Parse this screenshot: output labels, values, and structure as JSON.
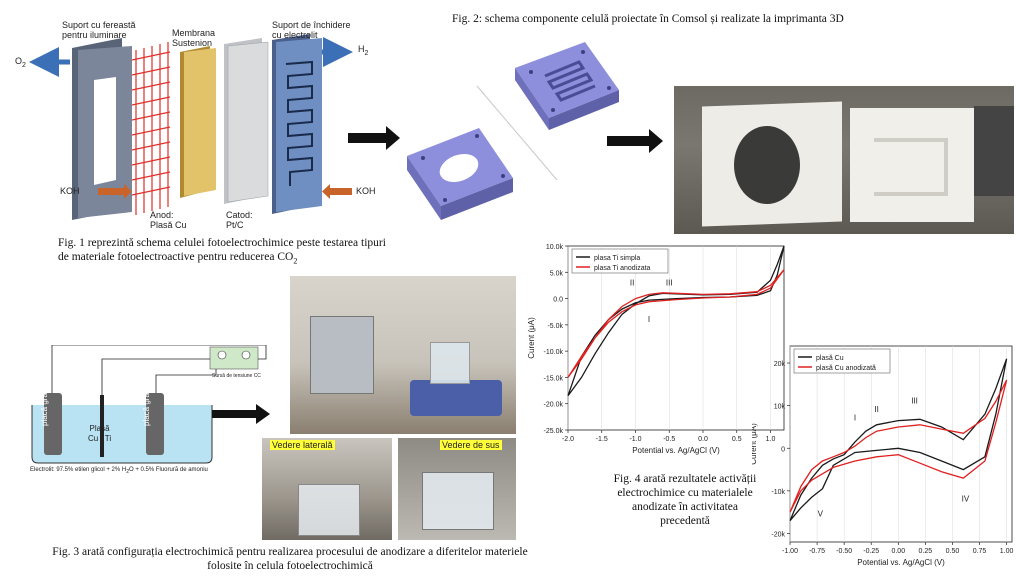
{
  "fig1": {
    "labels": {
      "window_support": "Suport cu fereastă\npentru iluminare",
      "membrane": "Membrana\nSustenion",
      "closing_support": "Suport de închidere\ncu electrolit",
      "o2": "O",
      "o2_sub": "2",
      "h2": "H",
      "h2_sub": "2",
      "koh_left": "KOH",
      "koh_right": "KOH",
      "anode": "Anod:\nPlasă Cu",
      "cathode": "Catod:\nPt/C"
    },
    "caption_line1": "Fig. 1 reprezintă schema celulei fotoelectrochimice peste testarea tipuri",
    "caption_line2": "de materiale fotoelectroactive pentru reducerea CO",
    "caption_sub": "2"
  },
  "fig2": {
    "caption": "Fig. 2: schema componente celulă proiectate în Comsol și realizate la imprimanta 3D"
  },
  "fig3": {
    "labels": {
      "power_supply": "Sursă de tensiune CC",
      "graphite_left": "placă grafit",
      "graphite_right": "placă grafit",
      "center_electrode": "Plasă\nCu / Ti",
      "electrolyte": "Electrolit: 97.5% etilen glicol + 2% H",
      "electrolyte_sub": "2",
      "electrolyte_tail": "O + 0.5% Fluorură de amoniu",
      "side_view": "Vedere laterală",
      "top_view": "Vedere de sus"
    },
    "caption_line1": "Fig. 3 arată configurația electrochimică pentru realizarea procesului de anodizare a diferitelor materiele",
    "caption_line2": "folosite în celula fotoelectrochimică"
  },
  "fig4": {
    "caption_line1": "Fig. 4 arată rezultatele activății",
    "caption_line2": "electrochimice cu materialele",
    "caption_line3": "anodizate în activitatea",
    "caption_line4": "precedentă"
  },
  "chart_data": [
    {
      "type": "line",
      "xlabel": "Potential vs. Ag/AgCl (V)",
      "ylabel": "Curent (μA)",
      "xlim": [
        -2.0,
        1.2
      ],
      "ylim": [
        -25000,
        10000
      ],
      "xticks": [
        "-2.0",
        "-1.5",
        "-1.0",
        "-0.5",
        "0.0",
        "0.5",
        "1.0"
      ],
      "xtick_values": [
        -2.0,
        -1.5,
        -1.0,
        -0.5,
        0.0,
        0.5,
        1.0
      ],
      "yticks": [
        "10.0k",
        "5.0k",
        "0.0",
        "-5.0k",
        "-10.0k",
        "-15.0k",
        "-20.0k",
        "-25.0k"
      ],
      "ytick_values": [
        10000,
        5000,
        0,
        -5000,
        -10000,
        -15000,
        -20000,
        -25000
      ],
      "legend_placement": "top-left",
      "annotations": [
        {
          "text": "II",
          "x": -1.05,
          "y": 2500
        },
        {
          "text": "III",
          "x": -0.5,
          "y": 2500
        },
        {
          "text": "I",
          "x": -0.8,
          "y": -4500
        }
      ],
      "series": [
        {
          "name": "plasa Ti simpla",
          "color": "#1a1a1a",
          "x": [
            -2.0,
            -1.8,
            -1.6,
            -1.4,
            -1.2,
            -1.0,
            -0.8,
            -0.6,
            -0.4,
            0.0,
            0.4,
            0.8,
            1.0,
            1.1,
            1.2,
            1.1,
            1.0,
            0.8,
            0.4,
            0.0,
            -0.4,
            -0.8,
            -1.0,
            -1.2,
            -1.4,
            -1.6,
            -1.8,
            -2.0
          ],
          "y": [
            -18500,
            -15000,
            -10500,
            -6500,
            -3000,
            -1000,
            500,
            1000,
            900,
            700,
            800,
            1200,
            3500,
            6500,
            10000,
            4500,
            1500,
            600,
            300,
            200,
            0,
            -300,
            -800,
            -2000,
            -4000,
            -7000,
            -11000,
            -18500
          ]
        },
        {
          "name": "plasa Ti anodizata",
          "color": "#e02020",
          "x": [
            -2.0,
            -1.8,
            -1.6,
            -1.4,
            -1.2,
            -1.0,
            -0.8,
            -0.6,
            -0.4,
            0.0,
            0.4,
            0.8,
            1.0,
            1.2,
            1.0,
            0.8,
            0.4,
            0.0,
            -0.4,
            -0.8,
            -1.0,
            -1.2,
            -1.4,
            -1.6,
            -1.8,
            -2.0
          ],
          "y": [
            -15000,
            -11500,
            -7500,
            -4000,
            -1500,
            0,
            800,
            1100,
            1000,
            800,
            900,
            1300,
            2500,
            5500,
            2000,
            800,
            300,
            100,
            -200,
            -600,
            -1200,
            -2500,
            -4500,
            -7500,
            -11000,
            -15000
          ]
        }
      ]
    },
    {
      "type": "line",
      "xlabel": "Potential vs. Ag/AgCl (V)",
      "ylabel": "Curent (μA)",
      "xlim": [
        -1.0,
        1.05
      ],
      "ylim": [
        -22000,
        24000
      ],
      "xticks": [
        "-1.00",
        "-0.75",
        "-0.50",
        "-0.25",
        "0.00",
        "0.25",
        "0.50",
        "0.75",
        "1.00"
      ],
      "xtick_values": [
        -1.0,
        -0.75,
        -0.5,
        -0.25,
        0.0,
        0.25,
        0.5,
        0.75,
        1.0
      ],
      "yticks": [
        "20k",
        "10k",
        "0",
        "-10k",
        "-20k"
      ],
      "ytick_values": [
        20000,
        10000,
        0,
        -10000,
        -20000
      ],
      "legend_placement": "top-left",
      "annotations": [
        {
          "text": "I",
          "x": -0.4,
          "y": 6500
        },
        {
          "text": "II",
          "x": -0.2,
          "y": 8500
        },
        {
          "text": "III",
          "x": 0.15,
          "y": 10500
        },
        {
          "text": "IV",
          "x": 0.62,
          "y": -12500
        },
        {
          "text": "V",
          "x": -0.72,
          "y": -16000
        }
      ],
      "series": [
        {
          "name": "plasă Cu",
          "color": "#1a1a1a",
          "x": [
            -1.0,
            -0.9,
            -0.8,
            -0.7,
            -0.6,
            -0.5,
            -0.4,
            -0.3,
            -0.2,
            0.0,
            0.2,
            0.4,
            0.6,
            0.8,
            0.9,
            1.0,
            0.9,
            0.8,
            0.6,
            0.4,
            0.2,
            0.0,
            -0.2,
            -0.4,
            -0.6,
            -0.7,
            -0.8,
            -0.9,
            -1.0
          ],
          "y": [
            -17000,
            -11000,
            -7000,
            -4000,
            -2500,
            -1500,
            1500,
            4000,
            5500,
            6500,
            6800,
            5000,
            2000,
            8000,
            14000,
            21000,
            8000,
            -2000,
            -5000,
            -3000,
            -1000,
            0,
            -500,
            -1000,
            -4000,
            -9500,
            -11500,
            -14000,
            -17000
          ]
        },
        {
          "name": "plasă Cu anodizată",
          "color": "#e02020",
          "x": [
            -1.0,
            -0.9,
            -0.8,
            -0.7,
            -0.6,
            -0.5,
            -0.4,
            -0.3,
            -0.2,
            0.0,
            0.2,
            0.4,
            0.6,
            0.8,
            0.9,
            1.0,
            0.9,
            0.8,
            0.6,
            0.4,
            0.2,
            0.0,
            -0.2,
            -0.4,
            -0.6,
            -0.7,
            -0.8,
            -0.9,
            -1.0
          ],
          "y": [
            -15000,
            -9000,
            -5000,
            -3000,
            -2000,
            -1000,
            500,
            2500,
            4000,
            5000,
            5500,
            4500,
            3500,
            7000,
            11000,
            16000,
            6000,
            -3000,
            -7000,
            -5500,
            -3500,
            -1500,
            -2000,
            -3000,
            -4500,
            -6000,
            -7500,
            -10000,
            -15000
          ]
        }
      ]
    }
  ]
}
